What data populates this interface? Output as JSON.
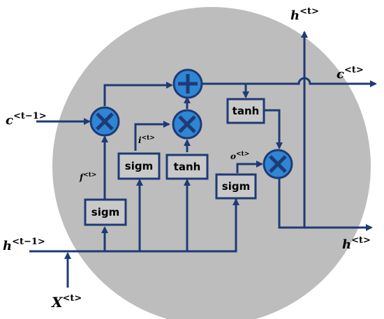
{
  "gates": {
    "forget_sigm": "sigm",
    "input_sigm": "sigm",
    "input_tanh": "tanh",
    "output_sigm": "sigm",
    "cell_tanh": "tanh"
  },
  "operators": {
    "multiply": "multiply-icon",
    "add": "add-icon"
  },
  "labels": {
    "c_prev": {
      "base": "c",
      "sup": "<t−1>"
    },
    "h_prev": {
      "base": "h",
      "sup": "<t−1>"
    },
    "x_t": {
      "base": "X",
      "sup": "<t>"
    },
    "c_t": {
      "base": "c",
      "sup": "<t>"
    },
    "h_t_top": {
      "base": "h",
      "sup": "<t>"
    },
    "h_t_right": {
      "base": "h",
      "sup": "<t>"
    },
    "f_t": {
      "base": "f",
      "sup": "<t>"
    },
    "i_t": {
      "base": "i",
      "sup": "<t>"
    },
    "o_t": {
      "base": "o",
      "sup": "<t>"
    }
  },
  "colors": {
    "cell_background": "#bdbdbd",
    "line": "#1f3a75",
    "operator_fill": "#2e86d4",
    "gate_fill": "#c9c9c9"
  }
}
